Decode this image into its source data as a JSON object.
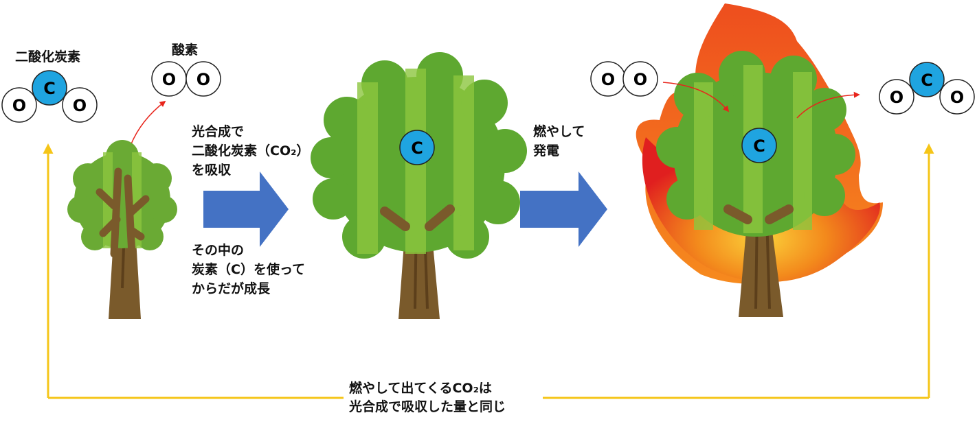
{
  "labels": {
    "co2": "二酸化炭素",
    "o2": "酸素",
    "photosynthesis": [
      "光合成で",
      "二酸化炭素（CO₂）",
      "を吸収"
    ],
    "growth": [
      "その中の",
      "炭素（C）を使って",
      "からだが成長"
    ],
    "burn": [
      "燃やして",
      "発電"
    ],
    "cycle_note": [
      "燃やして出てくるCO₂は",
      "光合成で吸収した量と同じ"
    ]
  },
  "atoms": {
    "carbon": "C",
    "oxygen": "O"
  },
  "colors": {
    "carbon_fill": "#1fa4e0",
    "process_arrow": "#4472c4",
    "cycle_line": "#f5c518",
    "red_arrow": "#e8241b",
    "trunk": "#7a5a2b",
    "trunk_dark": "#5c3f1b",
    "canopy_dark": "#4e9a2a",
    "canopy_light": "#8cc63f",
    "flame_outer": "#e8421c",
    "flame_inner": "#f7a21b"
  }
}
